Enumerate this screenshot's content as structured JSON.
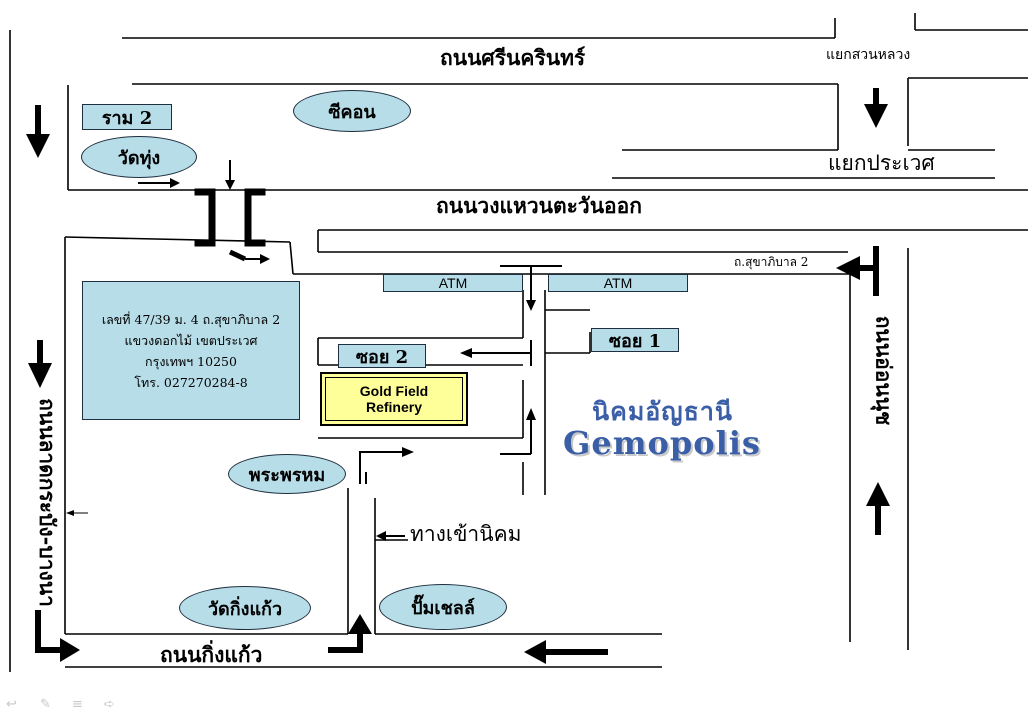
{
  "roads": {
    "srinagarindra": "ถนนศรีนครินทร์",
    "outer_ring_east": "ถนนวงแหวนตะวันออก",
    "king_kaeo": "ถนนกิ่งแก้ว",
    "on_nut": "ถนนอ่อนนุช",
    "lat_krabang_bang_na": "ถนนลาดกระบัง-บางนา",
    "sukhaphiban_2": "ถ.สุขาภิบาล 2"
  },
  "intersections": {
    "suan_luang": "แยกสวนหลวง",
    "prawet": "แยกประเวศ"
  },
  "landmarks": {
    "ram_2": "ราม 2",
    "seacon": "ซีคอน",
    "wat_thung": "วัดทุ่ง",
    "atm_left": "ATM",
    "atm_right": "ATM",
    "soi_1": "ซอย 1",
    "soi_2": "ซอย 2",
    "phra_phrom": "พระพรหม",
    "wat_king_kaeo": "วัดกิ่งแก้ว",
    "shell_station": "ปั๊มเชลล์",
    "estate_entrance": "ทางเข้านิคม"
  },
  "refinery": {
    "line1": "Gold Field",
    "line2": "Refinery"
  },
  "address": {
    "line1": "เลขที่ 47/39 ม. 4 ถ.สุขาภิบาล 2",
    "line2": "แขวงดอกไม้ เขตประเวศ",
    "line3": "กรุงเทพฯ 10250",
    "line4": "โทร. 027270284-8"
  },
  "estate": {
    "thai": "นิคมอัญธานี",
    "english": "Gemopolis"
  },
  "colors": {
    "box_fill": "#b7dde8",
    "refinery_fill": "#ffff99",
    "estate_text": "#3a5fa6",
    "road_line": "#000000"
  },
  "slide_nav": {
    "prev": "↩",
    "pen": "✎",
    "menu": "≡",
    "next": "➪"
  }
}
